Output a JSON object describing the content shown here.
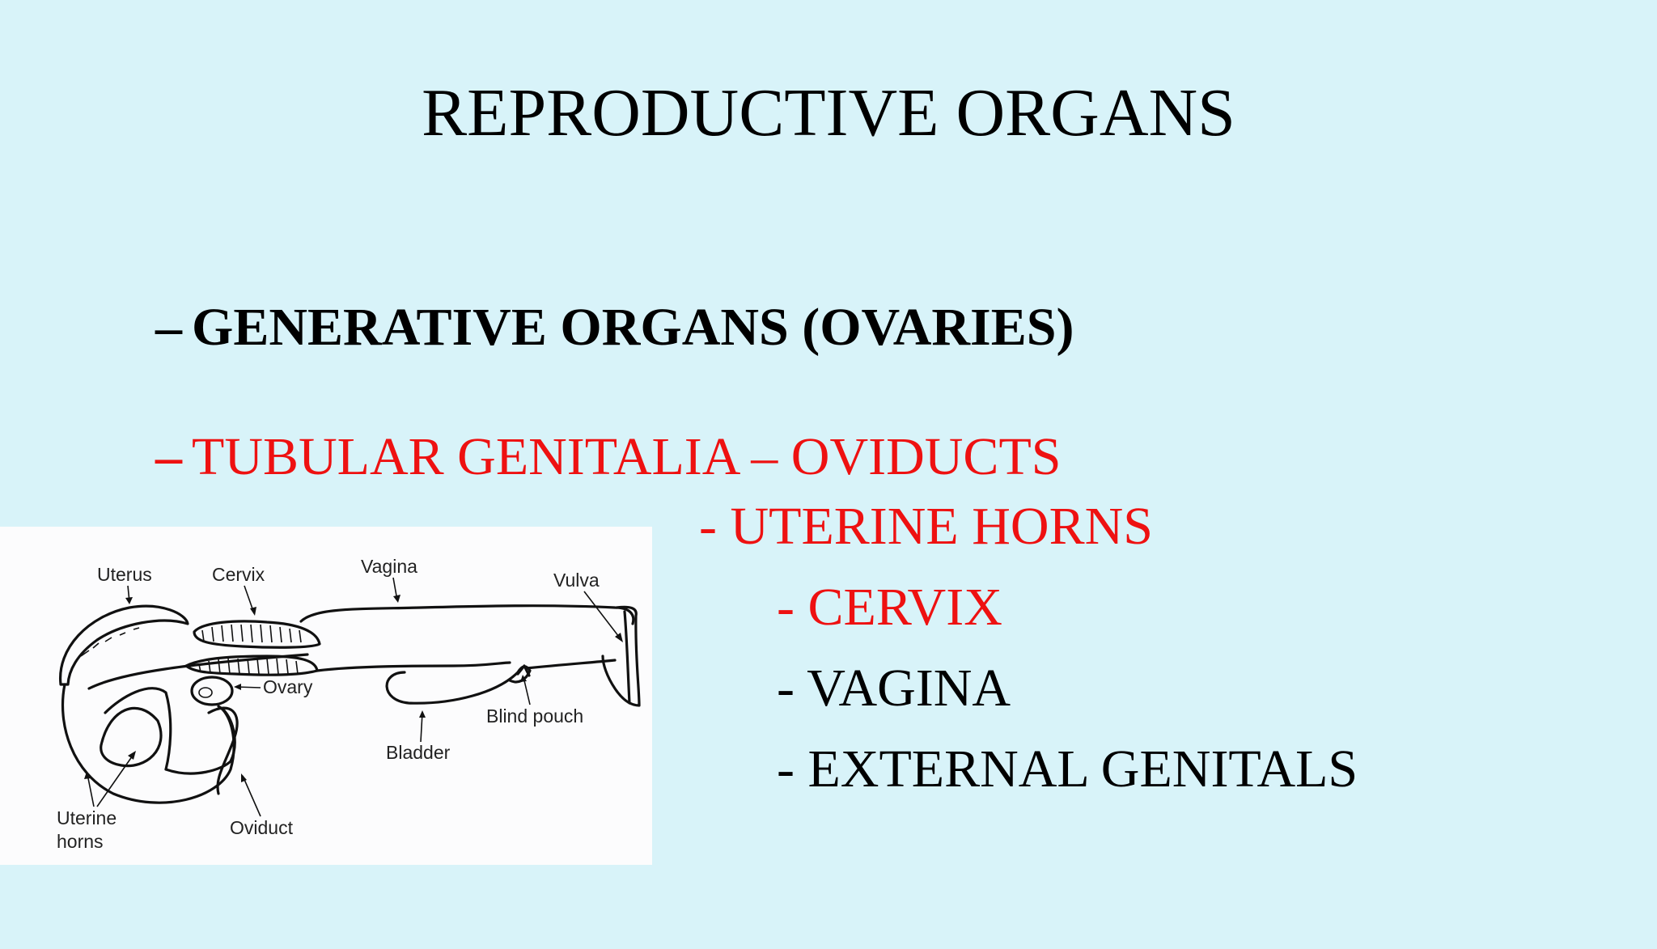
{
  "slide": {
    "title": "REPRODUCTIVE ORGANS",
    "bullets": [
      {
        "dash": "–",
        "text": "GENERATIVE ORGANS (OVARIES)",
        "color": "#000000",
        "bold": true
      },
      {
        "dash": "–",
        "text": "TUBULAR GENITALIA – OVIDUCTS",
        "color": "#ee1111",
        "bold": false
      }
    ],
    "sub_items": [
      {
        "text": "- UTERINE HORNS",
        "color": "#ee1111"
      },
      {
        "text": "- CERVIX",
        "color": "#ee1111"
      },
      {
        "text": "- VAGINA",
        "color": "#000000"
      },
      {
        "text": "- EXTERNAL GENITALS",
        "color": "#000000"
      }
    ]
  },
  "diagram": {
    "labels": {
      "uterus": "Uterus",
      "cervix": "Cervix",
      "vagina": "Vagina",
      "vulva": "Vulva",
      "ovary": "Ovary",
      "blind_pouch": "Blind pouch",
      "bladder": "Bladder",
      "uterine_horns_1": "Uterine",
      "uterine_horns_2": "horns",
      "oviduct": "Oviduct"
    }
  }
}
